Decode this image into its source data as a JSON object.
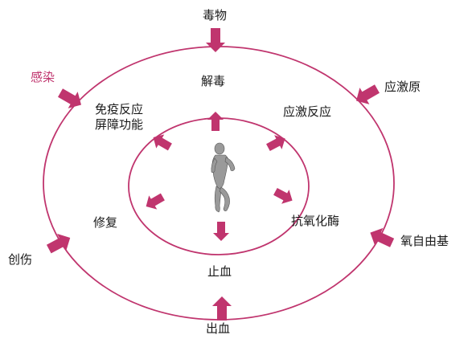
{
  "colors": {
    "ring": "#c0356e",
    "arrow": "#c0356e",
    "text": "#1a1a1a",
    "accent_text": "#c0356e",
    "figure": "#9a9a9a"
  },
  "icons": {
    "center_figure": "human-body-icon",
    "arrows": "arrow-icon"
  },
  "outer_labels": {
    "top": "毒物",
    "upper_left": "感染",
    "upper_right": "应激原",
    "lower_left": "创伤",
    "lower_right": "氧自由基",
    "bottom": "出血"
  },
  "inner_labels": {
    "top": "解毒",
    "upper_left_line1": "免疫反应",
    "upper_left_line2": "屏障功能",
    "upper_right": "应激反应",
    "lower_left": "修复",
    "lower_right": "抗氧化酶",
    "bottom": "止血"
  }
}
